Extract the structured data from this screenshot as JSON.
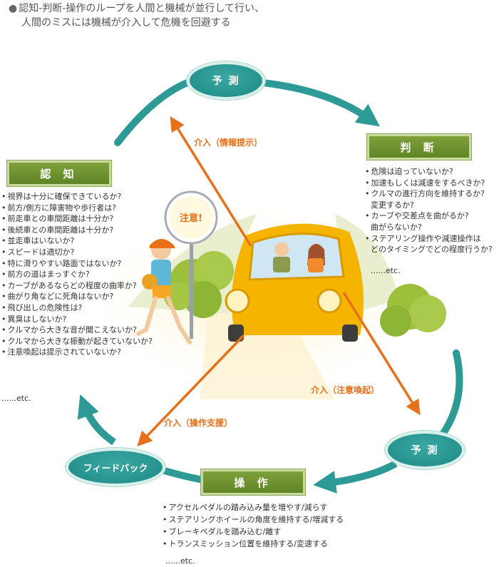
{
  "heading": {
    "bullet": "●",
    "line1": "認知-判断-操作のループを人間と機械が並行して行い、",
    "line2": "人間のミスには機械が介入して危機を回避する"
  },
  "nodes": {
    "predict_top": "予 測",
    "judge": "判 断",
    "recognize": "認 知",
    "predict_bottom": "予 測",
    "operate": "操 作",
    "feedback": "フィードバック"
  },
  "interventions": {
    "info": "介入（情報提示）",
    "alert": "介入（注意喚起）",
    "assist": "介入（操作支援）"
  },
  "sign_text": "注意!",
  "recognize_items": [
    "視界は十分に確保できているか?",
    "前方/側方に障害物や歩行者は?",
    "前走車との車間距離は十分か?",
    "後続車との車間距離は十分か?",
    "並走車はいないか?",
    "スピードは適切か?",
    "特に滑りやすい路面ではないか?",
    "前方の道はまっすぐか?",
    "カーブがあるならどの程度の曲率か?",
    "曲がり角などに死角はないか?",
    "飛び出しの危険性は?",
    "異臭はしないか?",
    "クルマから大きな音が聞こえないか?",
    "クルマから大きな振動が起きていないか?",
    "注意喚起は提示されていないか?"
  ],
  "recognize_etc": "......etc.",
  "judge_items": [
    {
      "l1": "危険は迫っていないか?",
      "l2": ""
    },
    {
      "l1": "加速もしくは減速をするべきか?",
      "l2": ""
    },
    {
      "l1": "クルマの進行方向を維持するか?",
      "l2": "変更するか?"
    },
    {
      "l1": "カーブや交差点を曲がるか?",
      "l2": "曲がらないか?"
    },
    {
      "l1": "ステアリング操作や減速操作は",
      "l2": "どのタイミングでどの程度行うか?"
    }
  ],
  "judge_etc": "......etc.",
  "operate_items": [
    "アクセルペダルの踏み込み量を増やす/減らす",
    "ステアリングホイールの角度を維持する/増減する",
    "ブレーキペダルを踏み込む/離す",
    "トランスミッション位置を維持する/変速する"
  ],
  "operate_etc": "......etc.",
  "colors": {
    "loop_arrow": "#2e9a96",
    "intervention_arrow": "#e8701a",
    "label_green": "#6b8f2e",
    "pill_teal": "#2a9a96",
    "car_yellow": "#f5b400"
  }
}
